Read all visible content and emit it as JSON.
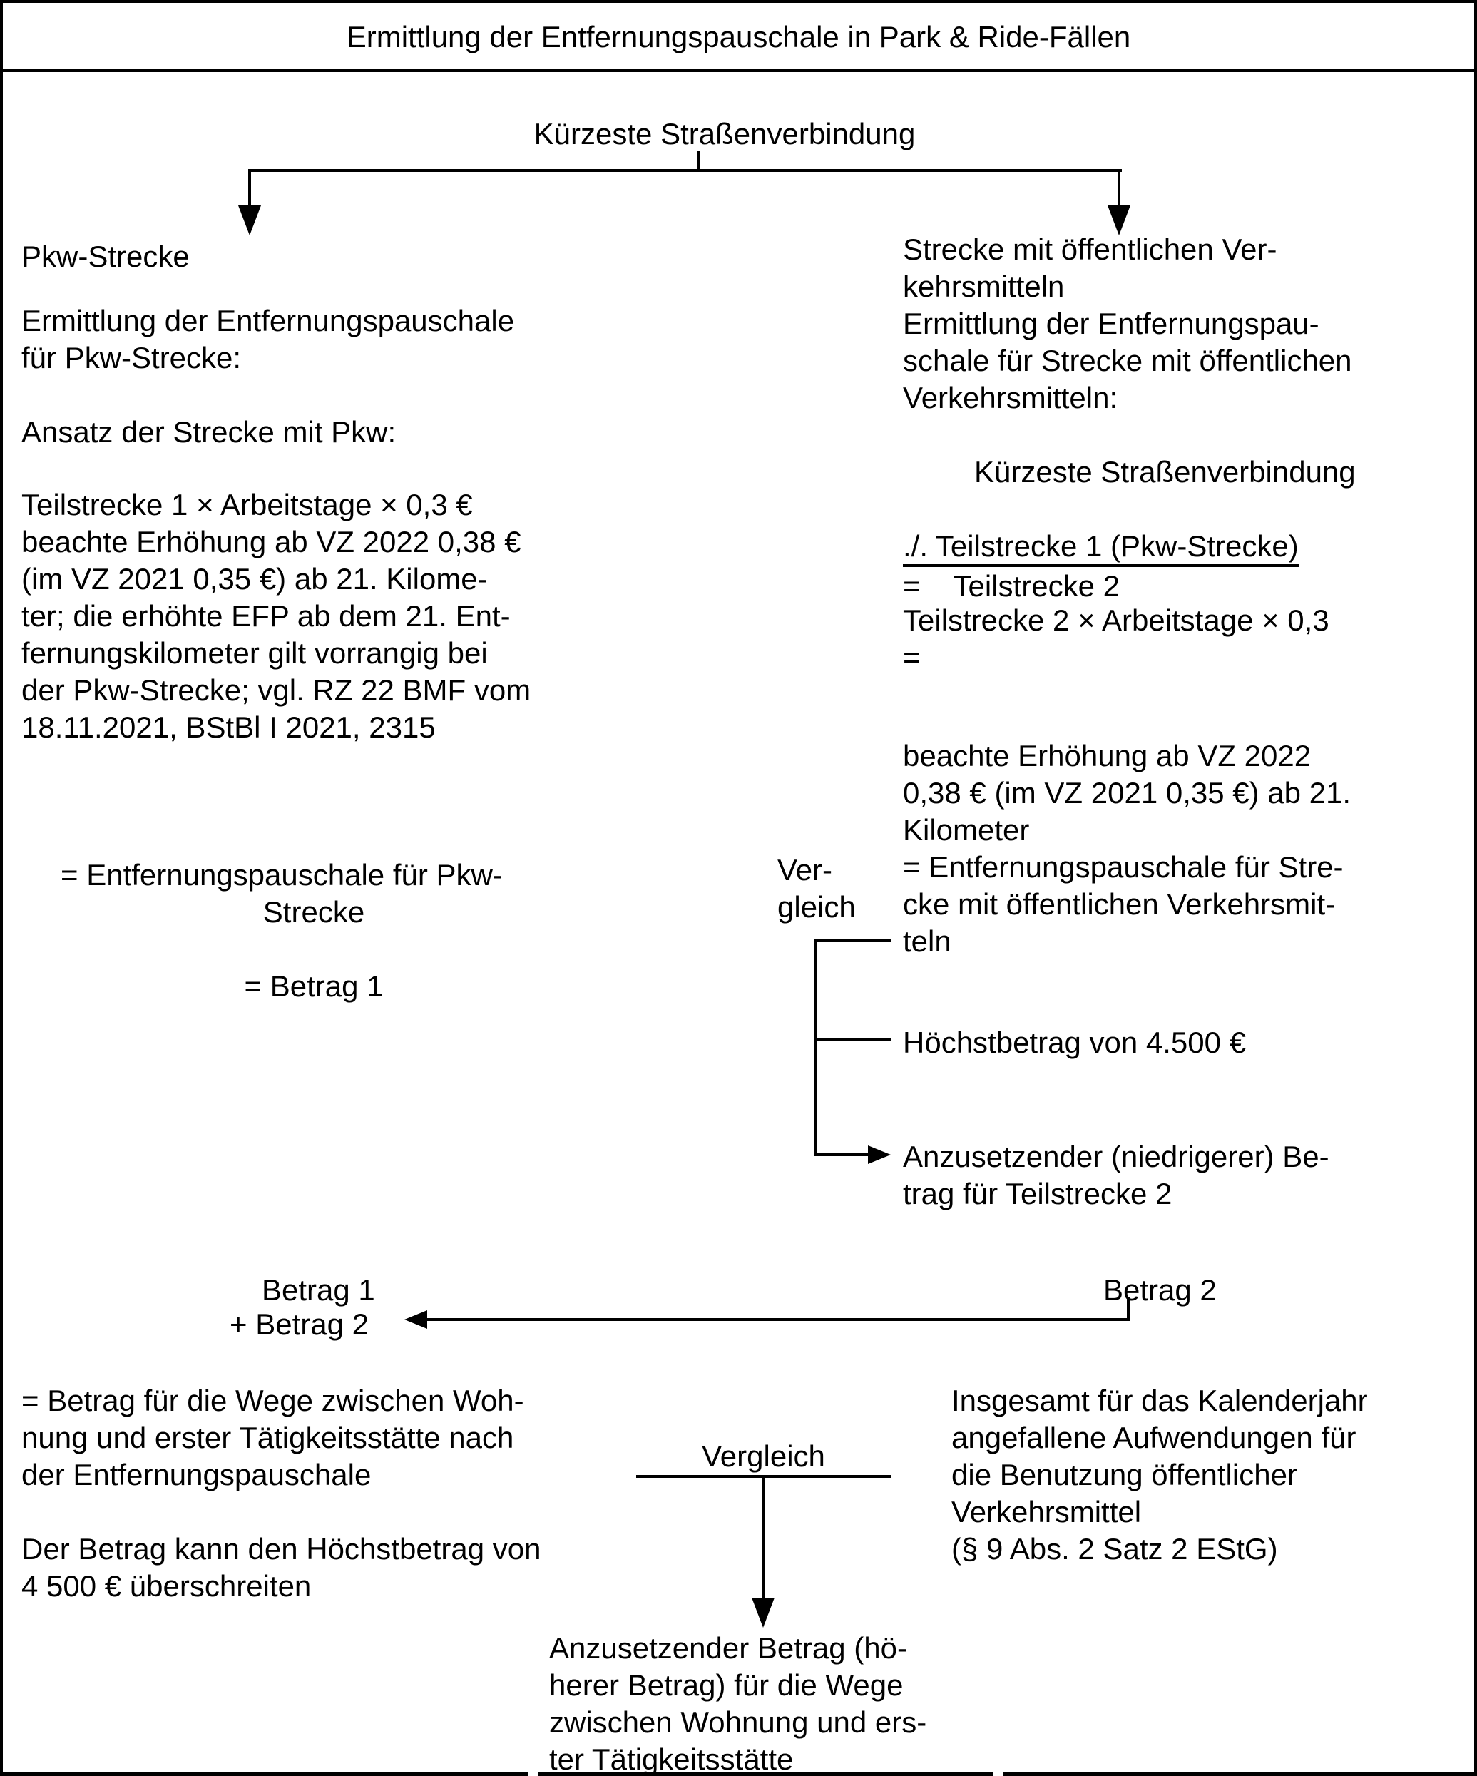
{
  "colors": {
    "ink": "#000000",
    "paper": "#ffffff"
  },
  "title": "Ermittlung der Entfernungspauschale in Park & Ride-Fällen",
  "tree": {
    "root_label": "Kürzeste Straßenverbindung"
  },
  "left_column": {
    "heading": "Pkw-Strecke",
    "intro": "Ermittlung der Entfernungspauschale\nfür Pkw-Strecke:",
    "approach": "Ansatz der Strecke mit Pkw:",
    "formula": "Teilstrecke 1 × Arbeitstage × 0,3 €\nbeachte Erhöhung ab VZ 2022 0,38 €\n(im VZ 2021 0,35 €) ab 21. Kilome-\nter; die erhöhte EFP ab dem 21. Ent-\nfernungskilometer gilt vorrangig bei\nder Pkw-Strecke; vgl. RZ 22 BMF vom\n18.11.2021, BStBl I 2021, 2315",
    "result_line1": "= Entfernungspauschale für Pkw-",
    "result_line2": "Strecke",
    "result_amount": "= Betrag 1"
  },
  "right_column": {
    "heading": "Strecke mit öffentlichen Ver-\nkehrsmitteln",
    "intro": "Ermittlung der Entfernungspau-\nschale für Strecke mit öffentlichen\nVerkehrsmitteln:",
    "calc_line1": "Kürzeste Straßenverbindung",
    "calc_line2": "./. Teilstrecke 1 (Pkw-Strecke)",
    "calc_eq": "=",
    "calc_result": "Teilstrecke 2",
    "formula": "Teilstrecke 2 × Arbeitstage × 0,3\n=",
    "note": "beachte Erhöhung ab VZ 2022\n0,38 € (im VZ 2021 0,35 €) ab 21.\nKilometer\n= Entfernungspauschale für Stre-\ncke mit öffentlichen Verkehrsmit-\nteln",
    "comparison_label": "Ver-\ngleich",
    "max_amount": "Höchstbetrag von 4.500 €",
    "chosen_amount": "Anzusetzender (niedrigerer) Be-\ntrag für Teilstrecke 2"
  },
  "sum_row": {
    "amount1": "Betrag 1",
    "amount2": "+ Betrag 2",
    "amount2_source": "Betrag 2"
  },
  "bottom": {
    "left_result": "= Betrag für die Wege zwischen Woh-\nnung und erster Tätigkeitsstätte nach\nder Entfernungspauschale",
    "left_note": "Der Betrag kann den Höchstbetrag von\n4 500 € überschreiten",
    "comparison_label": "Vergleich",
    "right_expenses": "Insgesamt für das Kalenderjahr\nangefallene Aufwendungen für\ndie Benutzung öffentlicher\nVerkehrsmittel\n(§ 9 Abs. 2 Satz 2 EStG)",
    "final_result": "Anzusetzender Betrag (hö-\nherer Betrag) für die Wege\nzwischen Wohnung und ers-\nter Tätigkeitsstätte"
  }
}
